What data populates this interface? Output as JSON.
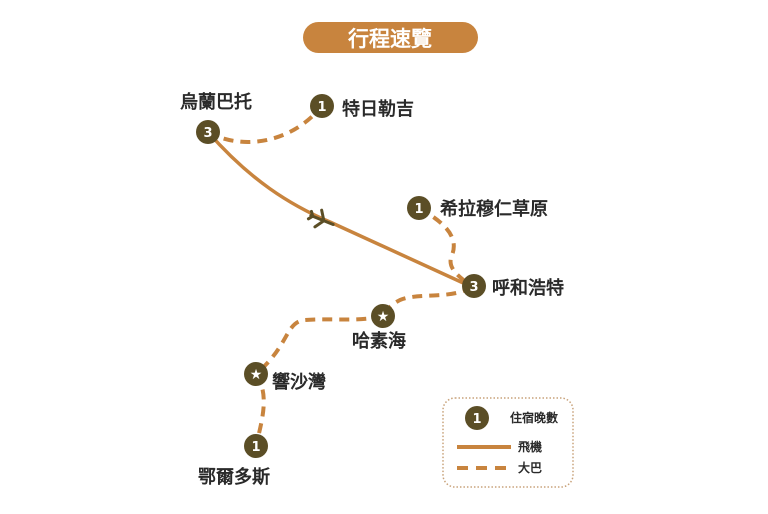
{
  "title": "行程速覽",
  "colors": {
    "route": "#c8843e",
    "node": "#5b4e26",
    "title_bg": "#c8843e"
  },
  "places": {
    "ulaanbaatar": {
      "name": "烏蘭巴托",
      "nights": "3"
    },
    "terelj": {
      "name": "特日勒吉",
      "nights": "1"
    },
    "xilamuren": {
      "name": "希拉穆仁草原",
      "nights": "1"
    },
    "hohhot": {
      "name": "呼和浩特",
      "nights": "3"
    },
    "hasuhai": {
      "name": "哈素海",
      "marker": "star-icon"
    },
    "xiangshawan": {
      "name": "響沙灣",
      "marker": "star-icon"
    },
    "ordos": {
      "name": "鄂爾多斯",
      "nights": "1"
    }
  },
  "legend": {
    "nights_sample": "1",
    "nights_label": "住宿晚數",
    "flight_label": "飛機",
    "bus_label": "大巴"
  }
}
